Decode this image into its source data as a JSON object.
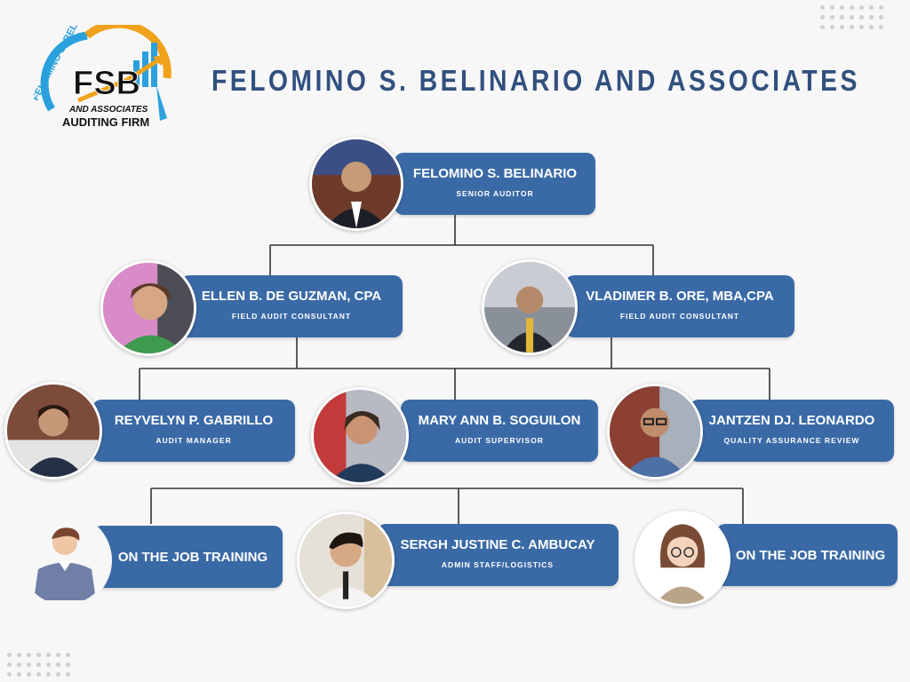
{
  "logo": {
    "text_top": "FELOMINO S. BELINARIO",
    "monogram": "FSB",
    "text_assoc": "AND ASSOCIATES",
    "text_firm": "AUDITING FIRM"
  },
  "title": "FELOMINO S. BELINARIO AND ASSOCIATES",
  "nodes": [
    {
      "name": "FELOMINO S. BELINARIO",
      "role": "SENIOR AUDITOR",
      "photo": "portrait-male-suit-icon"
    },
    {
      "name": "ELLEN B. DE GUZMAN, CPA",
      "role": "FIELD AUDIT CONSULTANT",
      "photo": "portrait-female-green-icon"
    },
    {
      "name": "VLADIMER B. ORE, MBA,CPA",
      "role": "FIELD AUDIT CONSULTANT",
      "photo": "portrait-male-office-icon"
    },
    {
      "name": "REYVELYN P. GABRILLO",
      "role": "AUDIT MANAGER",
      "photo": "portrait-female-navy-icon"
    },
    {
      "name": "MARY ANN B. SOGUILON",
      "role": "AUDIT SUPERVISOR",
      "photo": "portrait-female-navy-icon"
    },
    {
      "name": "JANTZEN DJ. LEONARDO",
      "role": "QUALITY ASSURANCE REVIEW",
      "photo": "portrait-male-glasses-icon"
    },
    {
      "name": "ON THE JOB TRAINING",
      "role": "",
      "photo": "cartoon-male-avatar-icon"
    },
    {
      "name": "SERGH JUSTINE C. AMBUCAY",
      "role": "ADMIN STAFF/LOGISTICS",
      "photo": "portrait-male-white-shirt-icon"
    },
    {
      "name": "ON THE JOB TRAINING",
      "role": "",
      "photo": "cartoon-female-avatar-icon"
    }
  ],
  "colors": {
    "bar": "#3a6aa6",
    "title": "#31507e",
    "line": "#333333",
    "logo_orange": "#f0a21a",
    "logo_blue": "#2aa0dc"
  }
}
